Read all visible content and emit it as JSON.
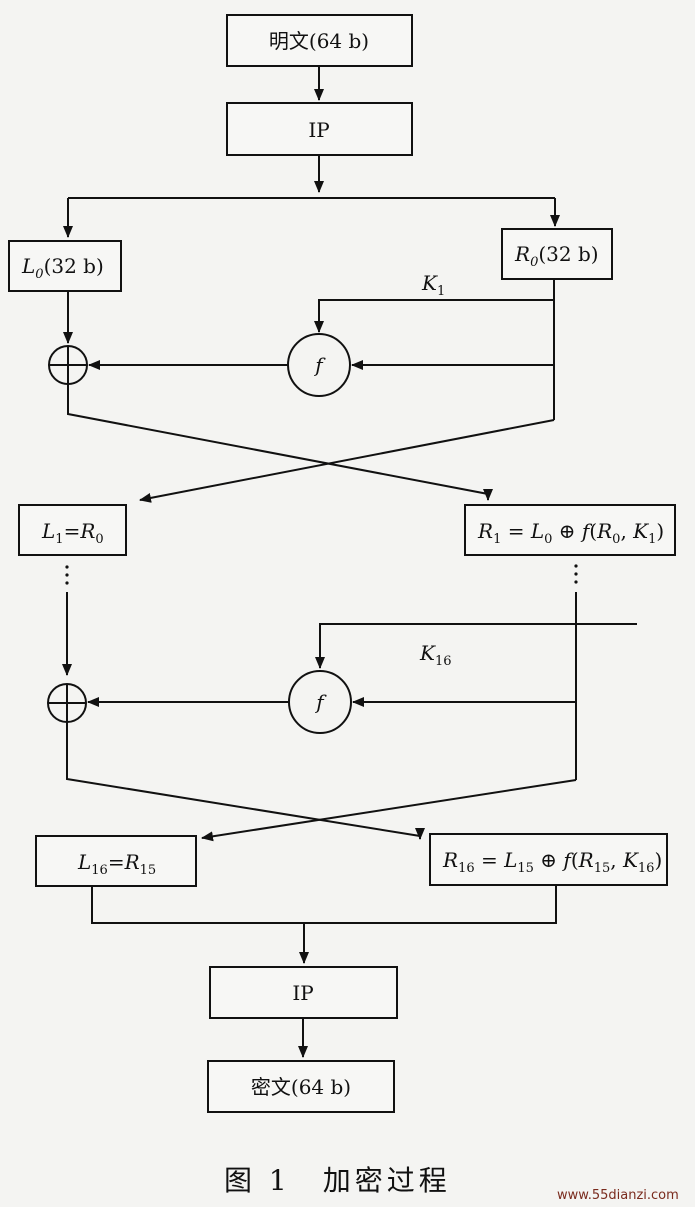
{
  "nodes": {
    "plaintext": "明文(64 b)",
    "ip_top": "IP",
    "l0": "L0(32 b)",
    "r0": "R0(32 b)",
    "k1": "K1",
    "f": "f",
    "l1": "L1=R0",
    "r1": "R1 = L0 ⊕ f(R0, K1)",
    "dots": "⋮",
    "k16": "K16",
    "l16": "L16=R15",
    "r16": "R16 = L15 ⊕ f(R15, K16)",
    "ip_bottom": "IP",
    "ciphertext": "密文(64 b)"
  },
  "caption": "图 1　加密过程",
  "watermark": "www.55dianzi.com"
}
